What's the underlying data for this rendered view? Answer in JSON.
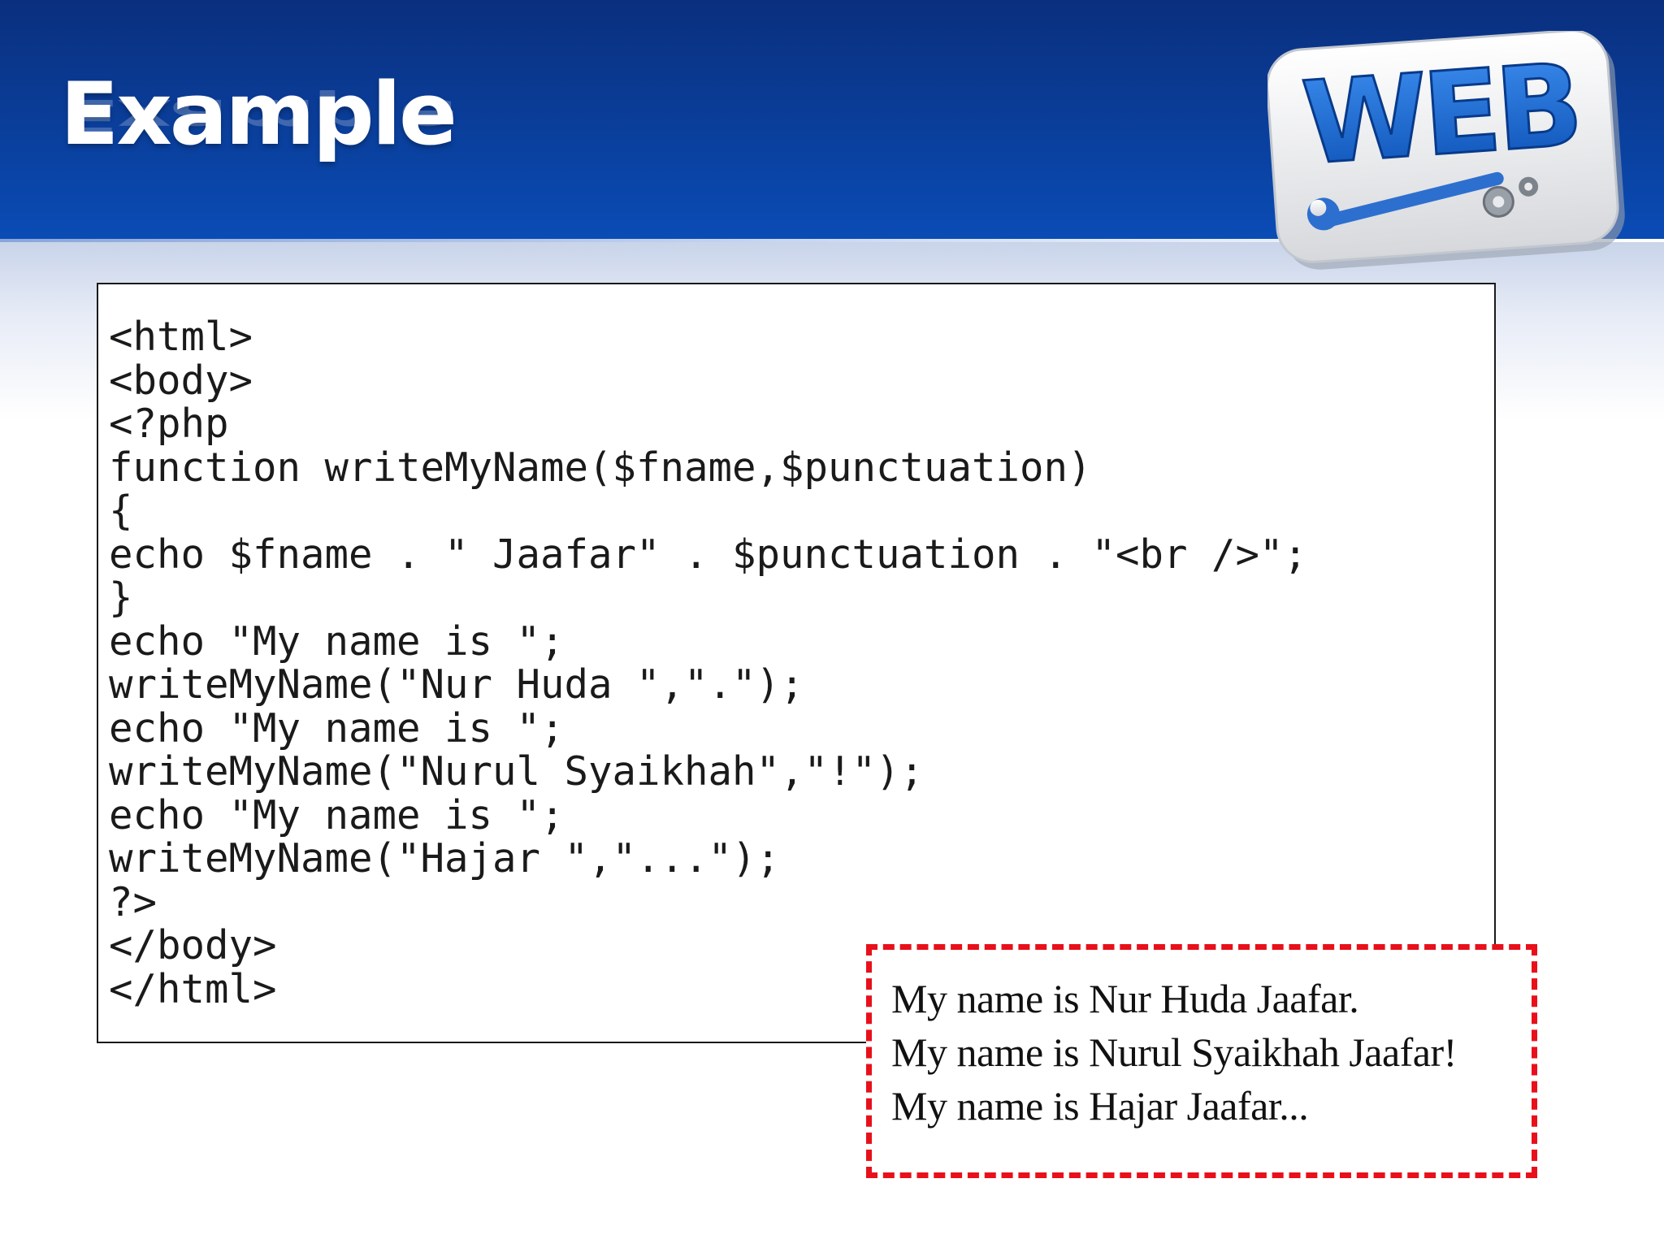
{
  "slide": {
    "title": "Example"
  },
  "logo": {
    "text": "WEB",
    "icon": "wrench-and-gears-logo-icon"
  },
  "code": {
    "lines": [
      "<html>",
      "<body>",
      "<?php",
      "function writeMyName($fname,$punctuation)",
      "{",
      "echo $fname . \" Jaafar\" . $punctuation . \"<br />\";",
      "}",
      "echo \"My name is \";",
      "writeMyName(\"Nur Huda \",\".\");",
      "echo \"My name is \";",
      "writeMyName(\"Nurul Syaikhah\",\"!\");",
      "echo \"My name is \";",
      "writeMyName(\"Hajar \",\"...\");",
      "?>",
      "</body>",
      "</html>"
    ]
  },
  "output": {
    "lines": [
      "My name is Nur Huda Jaafar.",
      "My name is Nurul Syaikhah Jaafar!",
      "My name is Hajar Jaafar..."
    ]
  },
  "colors": {
    "header_blue": "#0a3f9c",
    "dashed_border_red": "#e8101a"
  }
}
